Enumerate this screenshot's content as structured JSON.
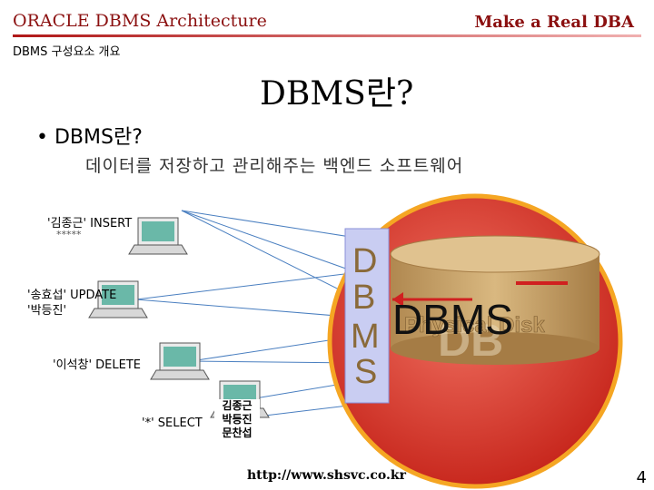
{
  "header": {
    "course": "ORACLE DBMS Architecture",
    "tagline": "Make a Real DBA",
    "section": "DBMS 구성요소 개요"
  },
  "slide": {
    "title": "DBMS란?",
    "bullet": "• DBMS란?",
    "description": "데이터를 저장하고 관리해주는 백엔드 소프트웨어"
  },
  "clients": [
    {
      "label": "'김종근' INSERT",
      "extra": "*****"
    },
    {
      "label": "'송효섭' UPDATE",
      "extra": "'박등진'"
    },
    {
      "label": "'이석창' DELETE"
    },
    {
      "label": "'*' SELECT"
    }
  ],
  "result_names": [
    "김종근",
    "박등진",
    "문찬섭"
  ],
  "dbms": {
    "letters": [
      "D",
      "B",
      "M",
      "S"
    ],
    "big_label": "DBMS",
    "disk_label": "Physical Disk",
    "ghost_label": "DB"
  },
  "footer": {
    "url": "http://www.shsvc.co.kr",
    "page": "4"
  },
  "colors": {
    "accent": "#8b1010",
    "circle_fill": "#d93a2e",
    "circle_stroke": "#f5a623",
    "cylinder": "#c9a46a"
  }
}
